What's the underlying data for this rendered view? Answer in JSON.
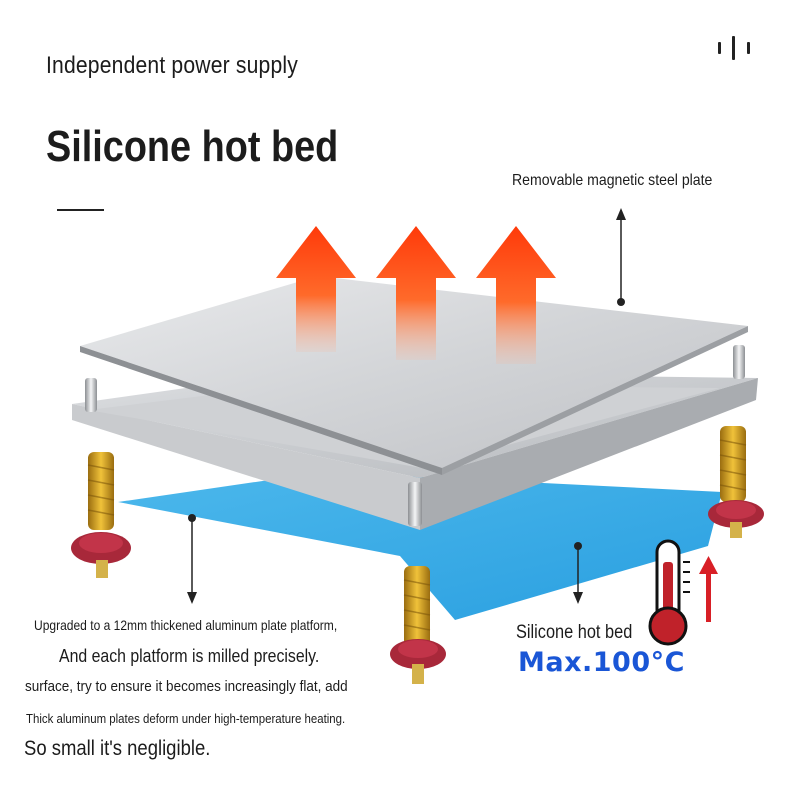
{
  "header": {
    "subtitle": "Independent power supply",
    "title": "Silicone hot bed"
  },
  "icons": {
    "menu": "menu-bars-icon",
    "thermometer": "thermometer-icon",
    "up_arrow": "temperature-up-arrow-icon",
    "heat_arrows": "heat-arrow-icon"
  },
  "callouts": {
    "steel_plate": "Removable magnetic steel plate",
    "hot_bed": "Silicone hot bed",
    "max_temp": "Max.100°C"
  },
  "description": {
    "line1": "Upgraded to a 12mm thickened aluminum plate platform,",
    "line2": "And each platform is milled precisely.",
    "line3": "surface, try to ensure it becomes increasingly flat, add",
    "line4": "Thick aluminum plates deform under high-temperature heating.",
    "line5": "So small it's negligible."
  },
  "colors": {
    "heat_arrow": "#ff4a12",
    "silicone_pad": "#35a9e4",
    "temperature_text": "#1a56d6",
    "spring": "#d4a020",
    "knob": "#a8283a"
  }
}
